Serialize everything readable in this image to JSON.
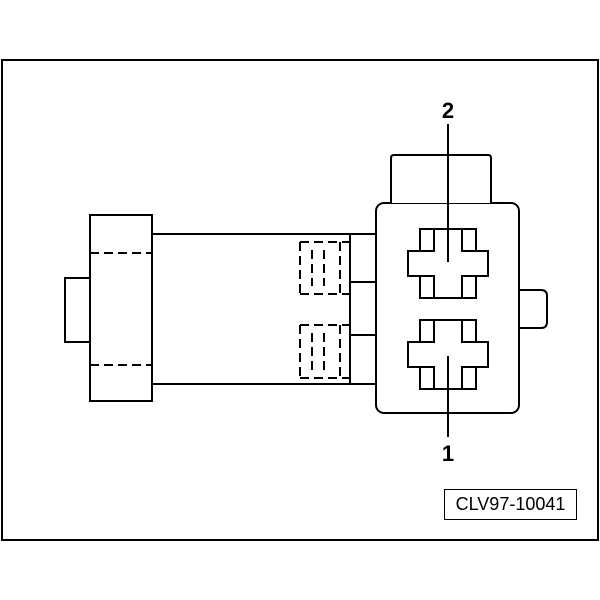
{
  "callouts": {
    "pin_top": "2",
    "pin_bottom": "1"
  },
  "reference_code": "CLV97-10041",
  "colors": {
    "line": "#000000",
    "background": "#ffffff"
  }
}
